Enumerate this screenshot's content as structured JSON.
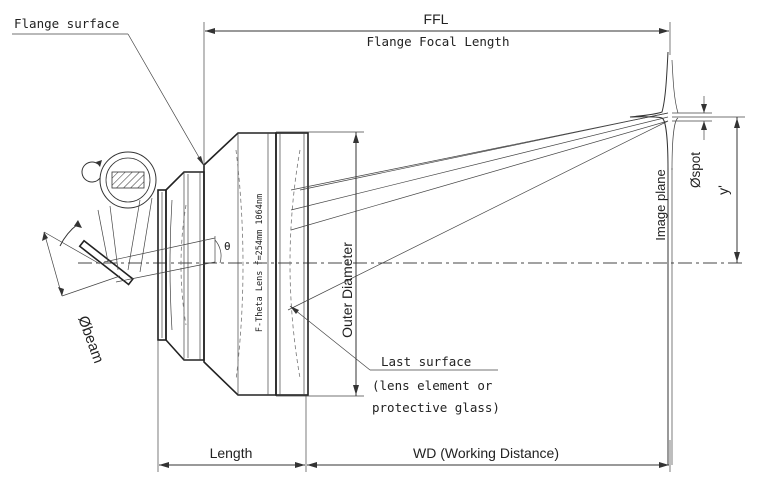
{
  "labels": {
    "flange_surface": "Flange surface",
    "ffl": "FFL",
    "ffl_full": "Flange Focal Length",
    "outer_diameter": "Outer Diameter",
    "last_surface_1": "Last surface",
    "last_surface_2": "(lens element or",
    "last_surface_3": "protective glass)",
    "image_plane": "Image plane",
    "spot": "Øspot",
    "y_prime": "y'",
    "theta": "θ",
    "beam": "Øbeam",
    "length": "Length",
    "wd": "WD (Working Distance)",
    "lens_engraving": "F-Theta Lens  f=254mm   1064nm"
  }
}
